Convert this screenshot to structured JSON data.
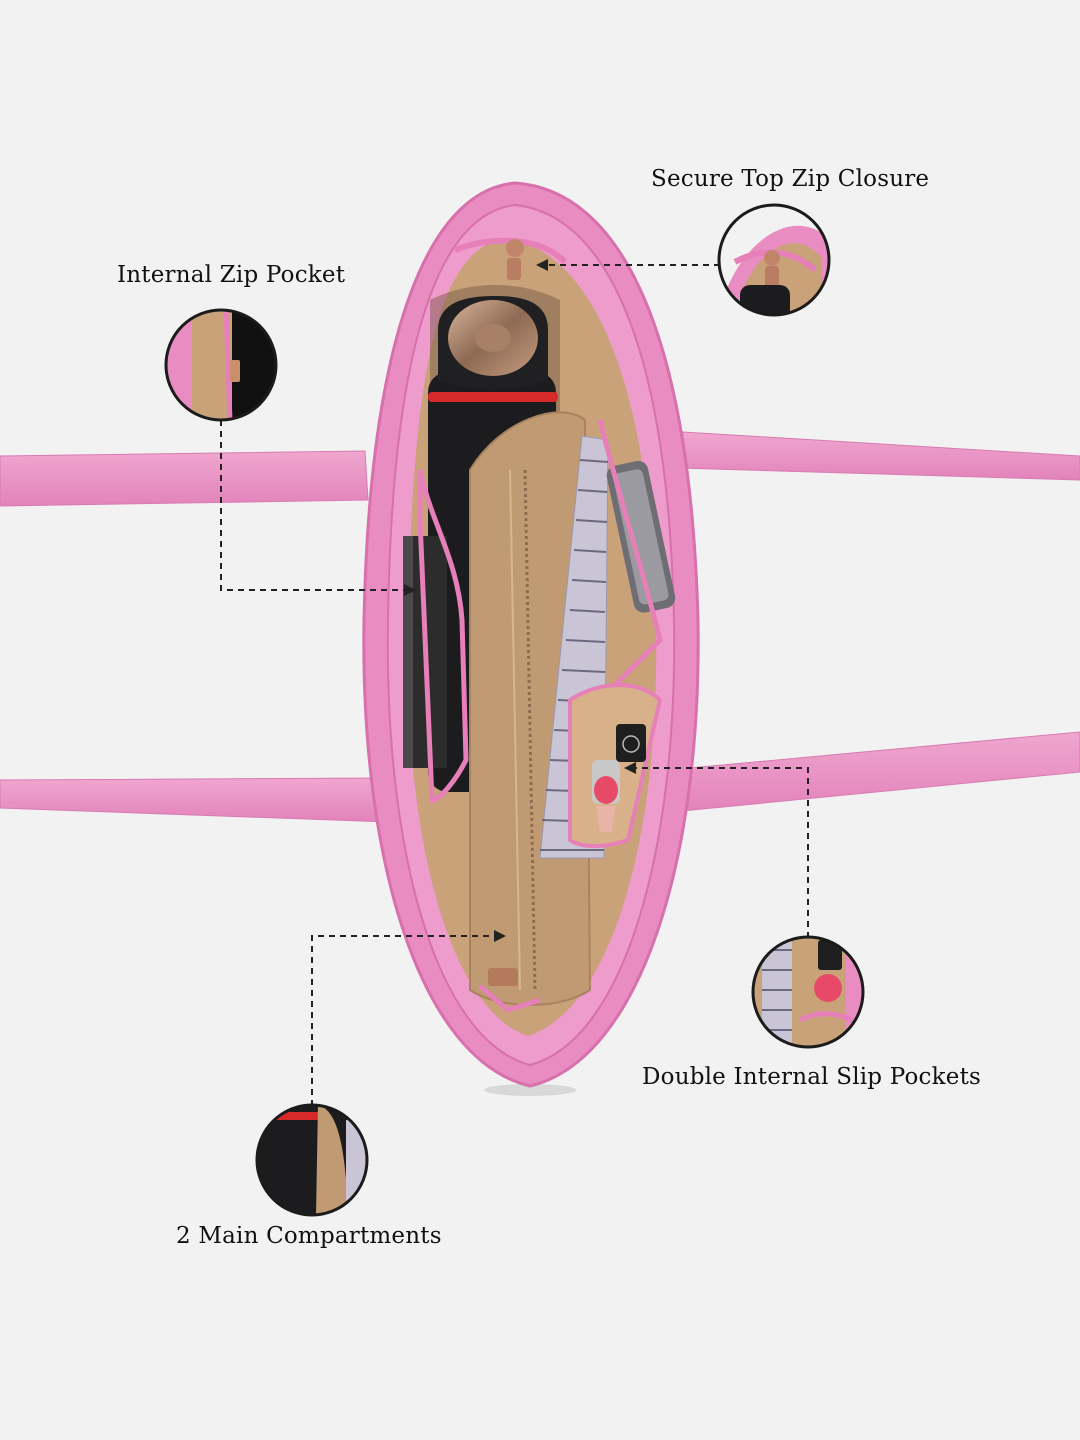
{
  "callouts": {
    "top_zip": "Secure Top Zip Closure",
    "zip_pocket": "Internal Zip Pocket",
    "slip_pockets": "Double Internal Slip Pockets",
    "main_compartments": "2 Main Compartments"
  },
  "colors": {
    "background": "#f2f2f2",
    "bag_pink": "#e98cc2",
    "bag_pink_dark": "#d770ad",
    "lining": "#c9a27a",
    "bottle": "#1c1c1e",
    "bottle_cap": "#b98e72",
    "notebook": "#c9c4d6",
    "lipstick": "#e74a67",
    "dash_line": "#222222"
  }
}
